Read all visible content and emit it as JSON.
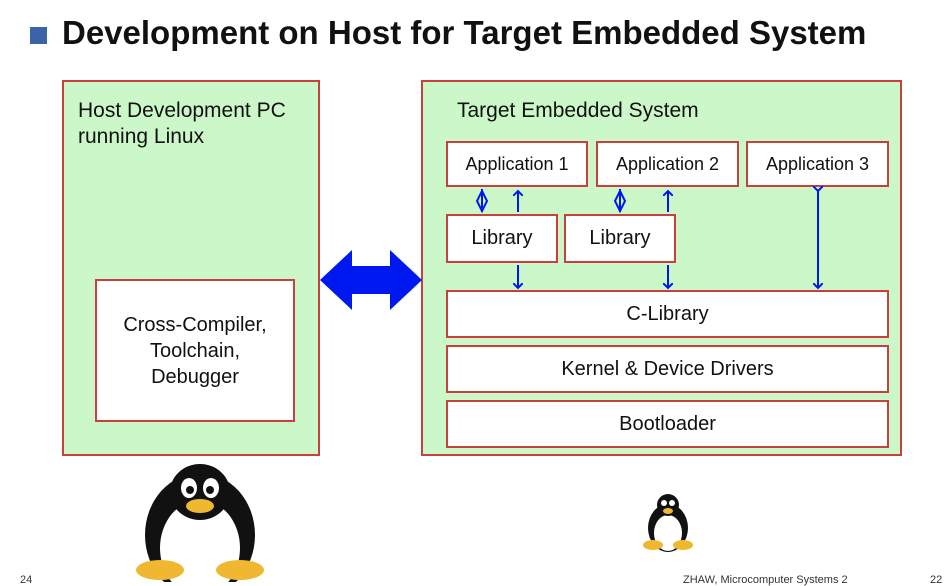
{
  "slide": {
    "title": "Development on Host for Target Embedded System"
  },
  "host": {
    "label_line1": "Host Development PC",
    "label_line2": "running Linux",
    "tools_line1": "Cross-Compiler,",
    "tools_line2": "Toolchain,",
    "tools_line3": "Debugger"
  },
  "target": {
    "label": "Target Embedded System",
    "applications": [
      "Application 1",
      "Application 2",
      "Application 3"
    ],
    "libraries": [
      "Library",
      "Library"
    ],
    "layers": [
      "C-Library",
      "Kernel & Device Drivers",
      "Bootloader"
    ]
  },
  "footer": {
    "left": "24",
    "center": "ZHAW, Microcomputer Systems 2",
    "right": "22"
  },
  "colors": {
    "panel_fill": "#ccf7c9",
    "border": "#c8403c",
    "arrow_blue": "#0018f0",
    "bullet": "#3b63a8"
  }
}
